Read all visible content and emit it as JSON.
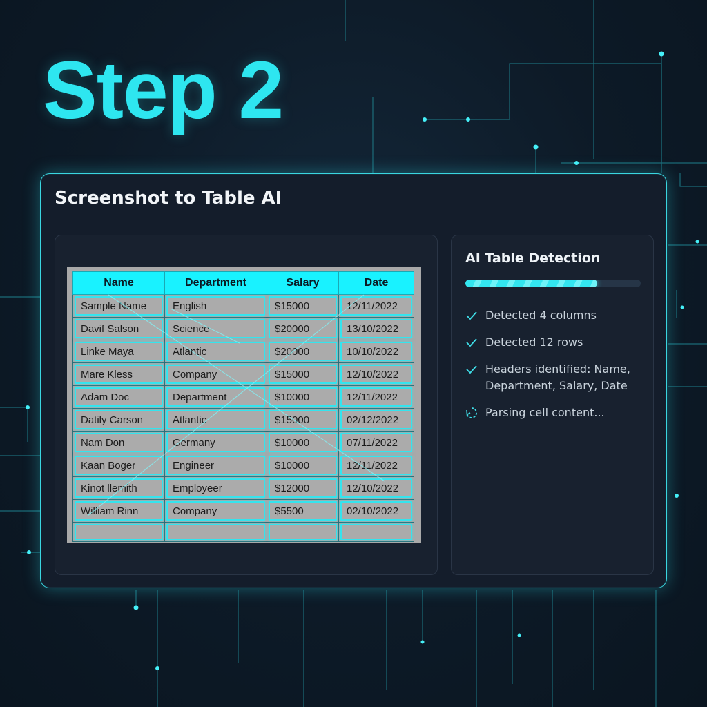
{
  "step_title": "Step 2",
  "window": {
    "title": "Screenshot to Table AI"
  },
  "table": {
    "headers": [
      "Name",
      "Department",
      "Salary",
      "Date"
    ],
    "rows": [
      [
        "Sample Name",
        "English",
        "$15000",
        "12/11/2022"
      ],
      [
        "Davif Salson",
        "Science",
        "$20000",
        "13/10/2022"
      ],
      [
        "Linke Maya",
        "Atlantic",
        "$20000",
        "10/10/2022"
      ],
      [
        "Mare Kless",
        "Company",
        "$15000",
        "12/10/2022"
      ],
      [
        "Adam Doc",
        "Department",
        "$10000",
        "12/11/2022"
      ],
      [
        "Datily Carson",
        "Atlantic",
        "$15000",
        "02/12/2022"
      ],
      [
        "Nam Don",
        "Germany",
        "$10000",
        "07/11/2022"
      ],
      [
        "Kaan Boger",
        "Engineer",
        "$10000",
        "12/11/2022"
      ],
      [
        "Kinot llemith",
        "Employeer",
        "$12000",
        "12/10/2022"
      ],
      [
        "William Rinn",
        "Company",
        "$5500",
        "02/10/2022"
      ]
    ]
  },
  "detection": {
    "title": "AI Table Detection",
    "progress": 0.75,
    "items": [
      {
        "icon": "check-icon",
        "text": "Detected 4 columns"
      },
      {
        "icon": "check-icon",
        "text": "Detected 12 rows"
      },
      {
        "icon": "check-icon",
        "text": "Headers identified: Name, Department, Salary, Date"
      },
      {
        "icon": "spinner-icon",
        "text": "Parsing cell content..."
      }
    ]
  },
  "colors": {
    "accent": "#2ee6f0",
    "header_cell": "#19f2ff",
    "panel_bg": "#18212f"
  }
}
